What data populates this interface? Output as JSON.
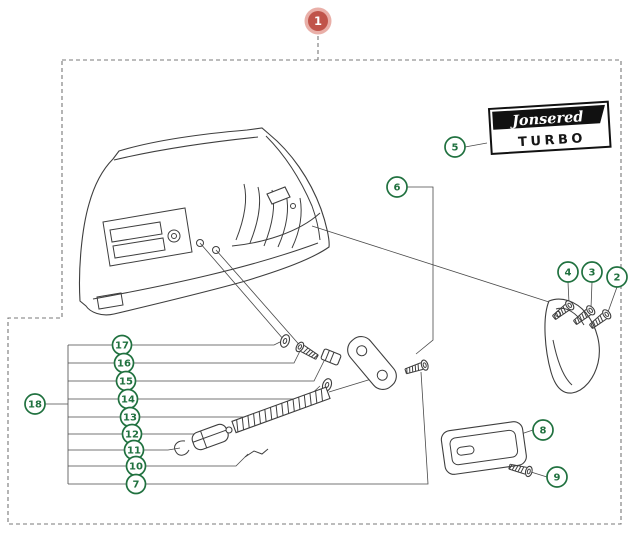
{
  "diagram": {
    "callouts": {
      "c1": "1",
      "c2": "2",
      "c3": "3",
      "c4": "4",
      "c5": "5",
      "c6": "6",
      "c7": "7",
      "c8": "8",
      "c9": "9",
      "c10": "10",
      "c11": "11",
      "c12": "12",
      "c13": "13",
      "c14": "14",
      "c15": "15",
      "c16": "16",
      "c17": "17",
      "c18": "18"
    },
    "logo": {
      "brand": "Jonsered",
      "model": "TURBO"
    },
    "colors": {
      "main_callout_fill": "#c0544a",
      "main_callout_halo": "#e9afa8",
      "callout_outline_green": "#20713f",
      "line_color": "#3e3e3e",
      "background": "#ffffff"
    }
  }
}
